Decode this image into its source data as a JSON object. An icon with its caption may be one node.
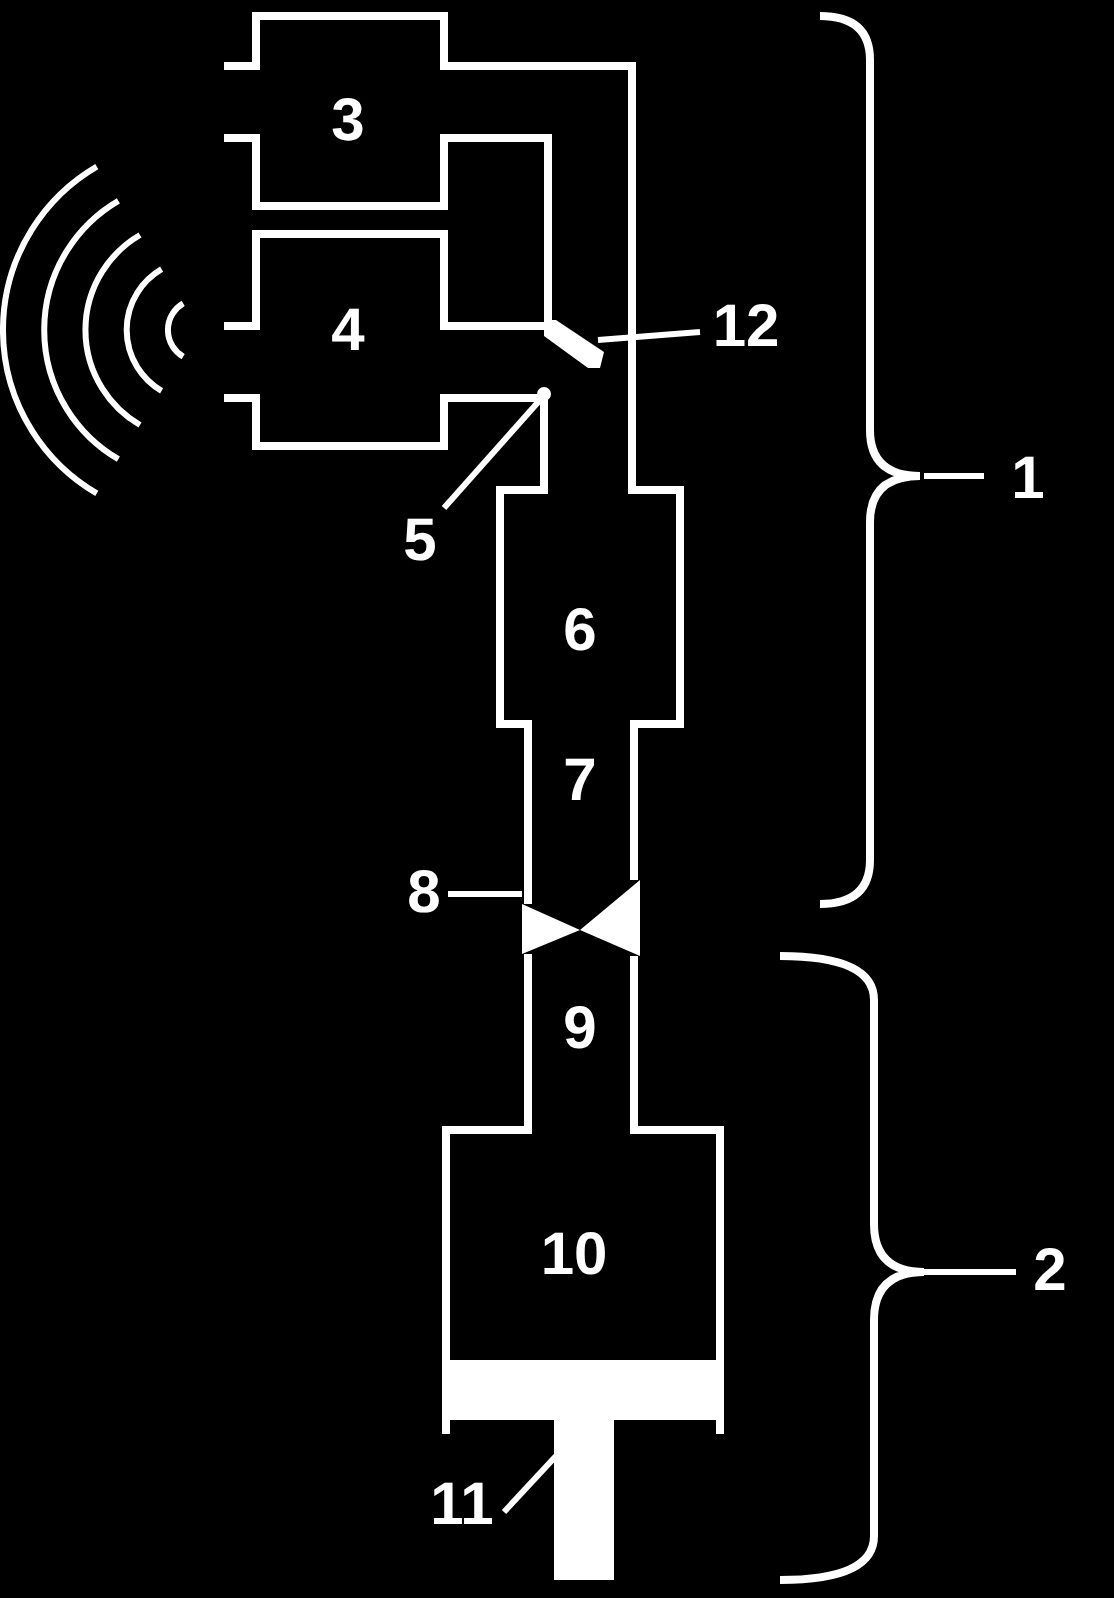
{
  "diagram": {
    "nodes": [
      {
        "text": [
          "12"
        ]
      },
      {
        "text": [],
        "shape": "bar"
      },
      {
        "text": [
          "5"
        ]
      },
      {
        "text": [],
        "shape": "circle"
      },
      {
        "text": [
          "8"
        ]
      },
      {
        "text": [],
        "shape": "valve"
      },
      {
        "text": [
          "11"
        ]
      },
      {
        "text": [],
        "shape": "piston"
      }
    ],
    "edges": [
      {
        "from": 0,
        "to": 1,
        "arrow": "none"
      },
      {
        "from": 2,
        "to": 3,
        "arrow": "none"
      },
      {
        "from": 4,
        "to": 5,
        "arrow": "none"
      },
      {
        "from": 6,
        "to": 7,
        "arrow": "none"
      }
    ],
    "labels": [
      "3",
      "4",
      "1",
      "6",
      "7",
      "9",
      "10",
      "2"
    ]
  }
}
